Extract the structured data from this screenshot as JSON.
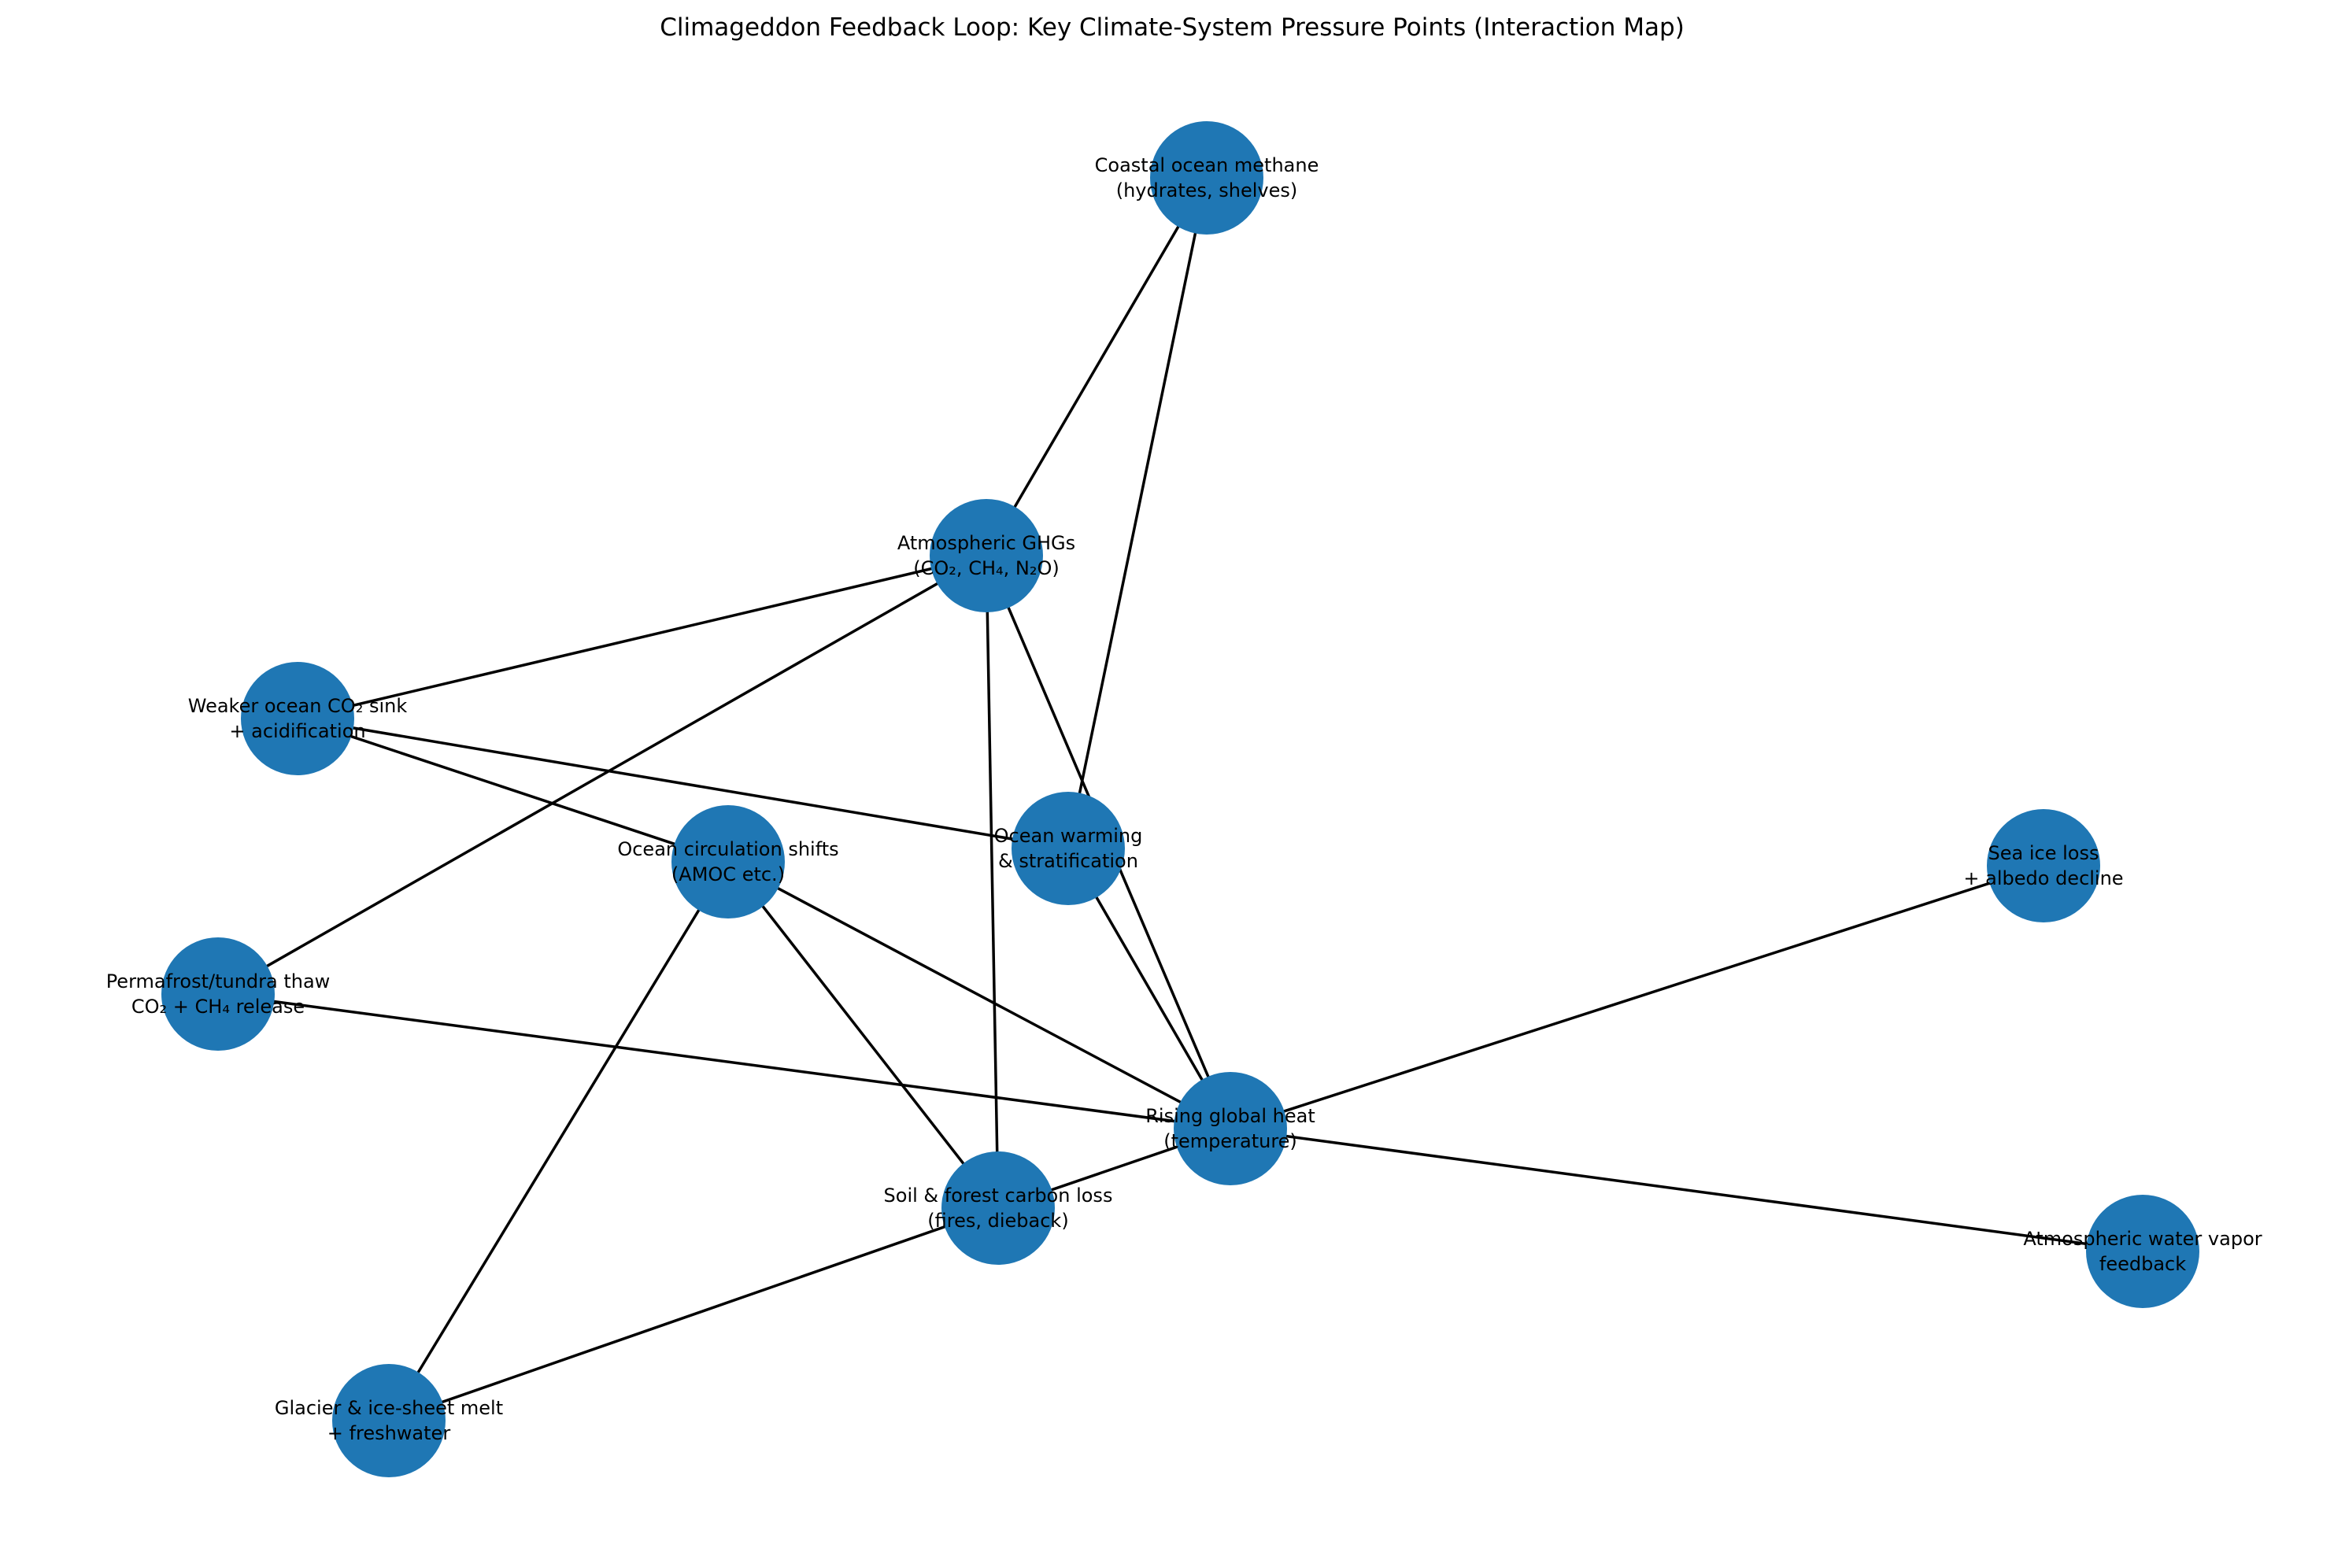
{
  "title": "Climageddon Feedback Loop: Key Climate-System Pressure Points (Interaction Map)",
  "colors": {
    "node_fill": "#1f77b4",
    "edge": "#000000",
    "text": "#000000",
    "background": "#ffffff"
  },
  "nodes": [
    {
      "id": "methane",
      "lines": [
        "Coastal ocean methane",
        "(hydrates, shelves)"
      ]
    },
    {
      "id": "ghg",
      "lines": [
        "Atmospheric GHGs",
        "(CO₂, CH₄, N₂O)"
      ]
    },
    {
      "id": "sink",
      "lines": [
        "Weaker ocean CO₂ sink",
        "+ acidification"
      ]
    },
    {
      "id": "warming",
      "lines": [
        "Ocean warming",
        "& stratification"
      ]
    },
    {
      "id": "circulation",
      "lines": [
        "Ocean circulation shifts",
        "(AMOC etc.)"
      ]
    },
    {
      "id": "seaice",
      "lines": [
        "Sea ice loss",
        "+ albedo decline"
      ]
    },
    {
      "id": "permafrost",
      "lines": [
        "Permafrost/tundra thaw",
        "CO₂ + CH₄ release"
      ]
    },
    {
      "id": "heat",
      "lines": [
        "Rising global heat",
        "(temperature)"
      ]
    },
    {
      "id": "soil",
      "lines": [
        "Soil & forest carbon loss",
        "(fires, dieback)"
      ]
    },
    {
      "id": "vapor",
      "lines": [
        "Atmospheric water vapor",
        "feedback"
      ]
    },
    {
      "id": "glacier",
      "lines": [
        "Glacier & ice-sheet melt",
        "+ freshwater"
      ]
    }
  ],
  "edges": [
    [
      "methane",
      "ghg"
    ],
    [
      "methane",
      "warming"
    ],
    [
      "ghg",
      "sink"
    ],
    [
      "ghg",
      "permafrost"
    ],
    [
      "ghg",
      "soil"
    ],
    [
      "ghg",
      "heat"
    ],
    [
      "sink",
      "warming"
    ],
    [
      "sink",
      "circulation"
    ],
    [
      "warming",
      "heat"
    ],
    [
      "circulation",
      "heat"
    ],
    [
      "circulation",
      "soil"
    ],
    [
      "circulation",
      "glacier"
    ],
    [
      "permafrost",
      "heat"
    ],
    [
      "heat",
      "seaice"
    ],
    [
      "heat",
      "vapor"
    ],
    [
      "heat",
      "soil"
    ],
    [
      "soil",
      "glacier"
    ]
  ]
}
